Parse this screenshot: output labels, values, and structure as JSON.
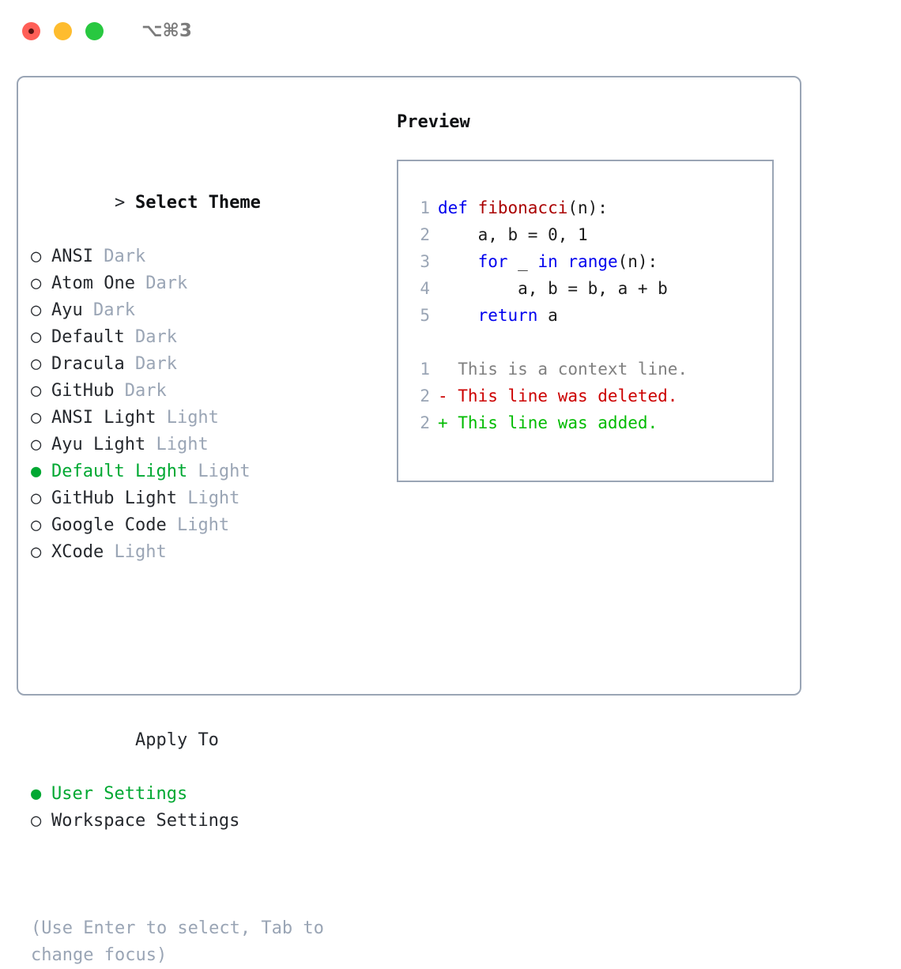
{
  "titlebar": {
    "shortcut": "⌥⌘3",
    "buttons": [
      {
        "name": "close",
        "color": "#ff5f57"
      },
      {
        "name": "minimize",
        "color": "#febc2e"
      },
      {
        "name": "maximize",
        "color": "#28c840"
      }
    ]
  },
  "theme_picker": {
    "header_prefix": "> ",
    "header": "Select Theme",
    "marker_unselected": "○",
    "marker_selected": "●",
    "accent_color": "#00a832",
    "items": [
      {
        "marker": "○",
        "label": "ANSI",
        "variant": "Dark",
        "selected": false
      },
      {
        "marker": "○",
        "label": "Atom One",
        "variant": "Dark",
        "selected": false
      },
      {
        "marker": "○",
        "label": "Ayu",
        "variant": "Dark",
        "selected": false
      },
      {
        "marker": "○",
        "label": "Default",
        "variant": "Dark",
        "selected": false
      },
      {
        "marker": "○",
        "label": "Dracula",
        "variant": "Dark",
        "selected": false
      },
      {
        "marker": "○",
        "label": "GitHub",
        "variant": "Dark",
        "selected": false
      },
      {
        "marker": "○",
        "label": "ANSI Light",
        "variant": "Light",
        "selected": false
      },
      {
        "marker": "○",
        "label": "Ayu Light",
        "variant": "Light",
        "selected": false
      },
      {
        "marker": "●",
        "label": "Default Light",
        "variant": "Light",
        "selected": true
      },
      {
        "marker": "○",
        "label": "GitHub Light",
        "variant": "Light",
        "selected": false
      },
      {
        "marker": "○",
        "label": "Google Code",
        "variant": "Light",
        "selected": false
      },
      {
        "marker": "○",
        "label": "XCode",
        "variant": "Light",
        "selected": false
      }
    ]
  },
  "apply_to": {
    "header": "Apply To",
    "items": [
      {
        "marker": "●",
        "label": "User Settings",
        "selected": true
      },
      {
        "marker": "○",
        "label": "Workspace Settings",
        "selected": false
      }
    ]
  },
  "hint": "(Use Enter to select, Tab to change focus)",
  "preview": {
    "title": "Preview",
    "code_lines": [
      {
        "num": "1",
        "segments": [
          {
            "t": "def ",
            "c": "kw"
          },
          {
            "t": "fibonacci",
            "c": "fn"
          },
          {
            "t": "(n):",
            "c": "plain"
          }
        ]
      },
      {
        "num": "2",
        "segments": [
          {
            "t": "    a, b = 0, 1",
            "c": "plain"
          }
        ]
      },
      {
        "num": "3",
        "segments": [
          {
            "t": "    ",
            "c": "plain"
          },
          {
            "t": "for",
            "c": "kw"
          },
          {
            "t": " _ ",
            "c": "plain"
          },
          {
            "t": "in",
            "c": "kw"
          },
          {
            "t": " ",
            "c": "plain"
          },
          {
            "t": "range",
            "c": "kw"
          },
          {
            "t": "(n):",
            "c": "plain"
          }
        ]
      },
      {
        "num": "4",
        "segments": [
          {
            "t": "        a, b = b, a + b",
            "c": "plain"
          }
        ]
      },
      {
        "num": "5",
        "segments": [
          {
            "t": "    ",
            "c": "plain"
          },
          {
            "t": "return",
            "c": "kw"
          },
          {
            "t": " a",
            "c": "plain"
          }
        ]
      }
    ],
    "diff_lines": [
      {
        "num": "1",
        "text": "  This is a context line.",
        "kind": "ctx"
      },
      {
        "num": "2",
        "text": "- This line was deleted.",
        "kind": "del"
      },
      {
        "num": "2",
        "text": "+ This line was added.",
        "kind": "add"
      }
    ]
  }
}
